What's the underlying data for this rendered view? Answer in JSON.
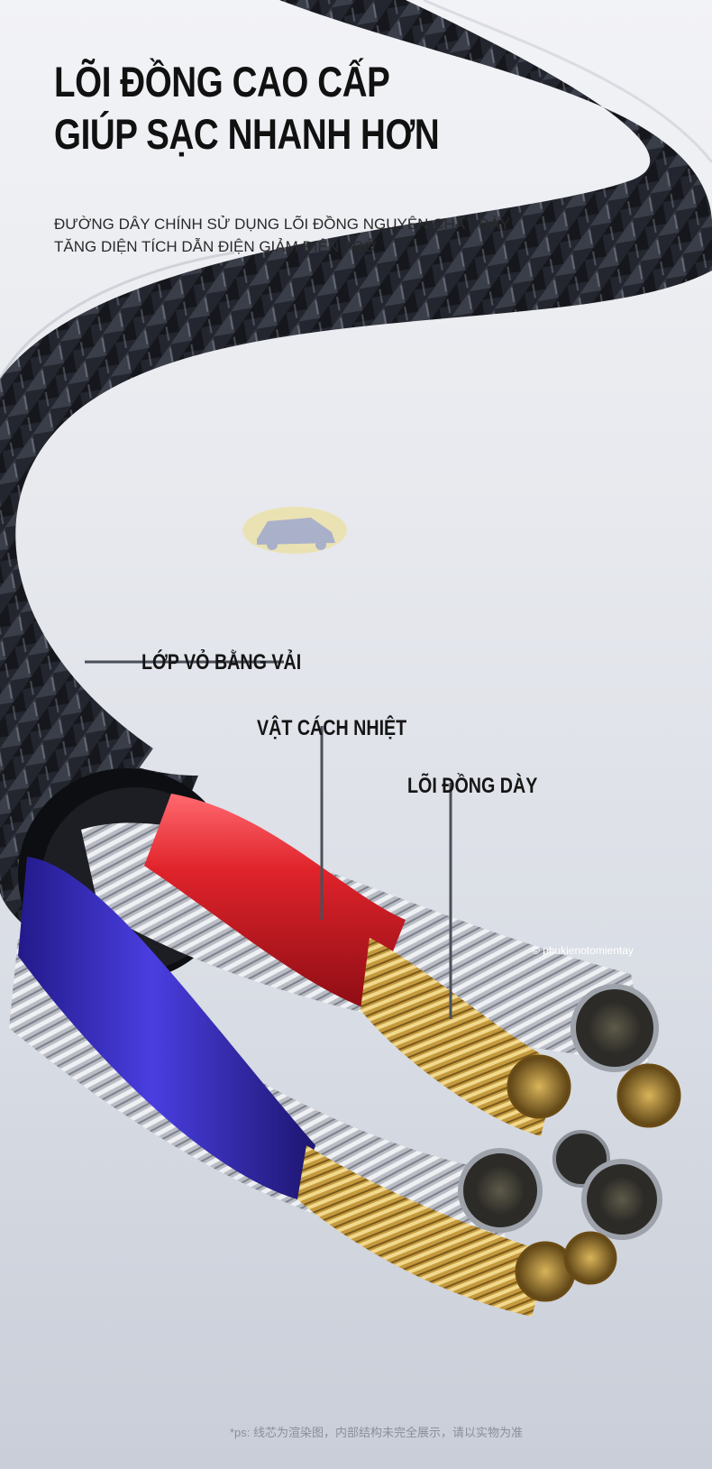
{
  "headline": {
    "line1": "LÕI ĐỒNG CAO CẤP",
    "line2": "GIÚP SẠC NHANH HƠN"
  },
  "subtext": {
    "line1": "ĐƯỜNG DÂY CHÍNH SỬ DỤNG LÕI ĐỒNG NGUYÊN CHẤT DÀY",
    "line2": "TĂNG DIỆN TÍCH DẪN ĐIỆN GIẢM ĐIỆN TRỞ"
  },
  "callouts": {
    "fabric_shell": "LỚP VỎ BẰNG VẢI",
    "insulator": "VẬT CÁCH NHIỆT",
    "copper_core": "LÕI ĐỒNG DÀY"
  },
  "watermark_credit": "© phukienotomientay",
  "footnote": "*ps: 线芯为渲染图，内部结构未完全展示，请以实物为准",
  "colors": {
    "braid": "#2a2d36",
    "red_insulator": "#d8242c",
    "blue_insulator": "#3a2fc6",
    "copper": "#c9a54a",
    "silver": "#c5c8cf",
    "leader_line": "#4a4f5a"
  },
  "icons": {
    "watermark_logo": "car-logo-icon"
  }
}
